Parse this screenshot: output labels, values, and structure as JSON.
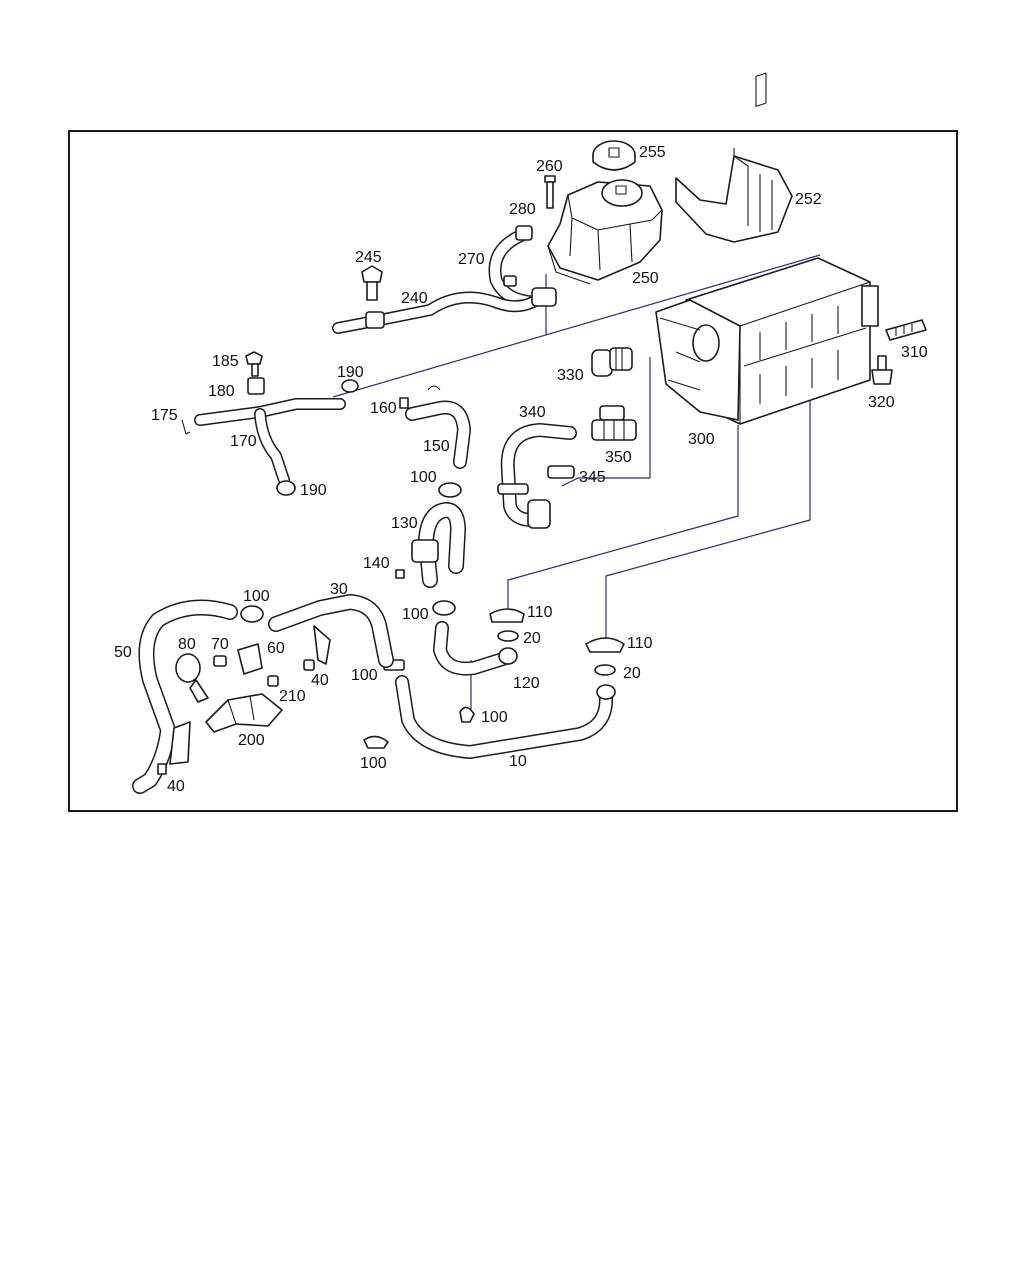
{
  "callouts": [
    {
      "id": "c255",
      "text": "255"
    },
    {
      "id": "c260",
      "text": "260"
    },
    {
      "id": "c252",
      "text": "252"
    },
    {
      "id": "c280",
      "text": "280"
    },
    {
      "id": "c245",
      "text": "245"
    },
    {
      "id": "c270",
      "text": "270"
    },
    {
      "id": "c250",
      "text": "250"
    },
    {
      "id": "c240",
      "text": "240"
    },
    {
      "id": "c185",
      "text": "185"
    },
    {
      "id": "c190a",
      "text": "190"
    },
    {
      "id": "c310",
      "text": "310"
    },
    {
      "id": "c330",
      "text": "330"
    },
    {
      "id": "c180",
      "text": "180"
    },
    {
      "id": "c160",
      "text": "160"
    },
    {
      "id": "c320",
      "text": "320"
    },
    {
      "id": "c175",
      "text": "175"
    },
    {
      "id": "c340",
      "text": "340"
    },
    {
      "id": "c170",
      "text": "170"
    },
    {
      "id": "c150",
      "text": "150"
    },
    {
      "id": "c300",
      "text": "300"
    },
    {
      "id": "c350",
      "text": "350"
    },
    {
      "id": "c100a",
      "text": "100"
    },
    {
      "id": "c345",
      "text": "345"
    },
    {
      "id": "c190b",
      "text": "190"
    },
    {
      "id": "c130",
      "text": "130"
    },
    {
      "id": "c140",
      "text": "140"
    },
    {
      "id": "c30",
      "text": "30"
    },
    {
      "id": "c100b",
      "text": "100"
    },
    {
      "id": "c100c",
      "text": "100"
    },
    {
      "id": "c110a",
      "text": "110"
    },
    {
      "id": "c20a",
      "text": "20"
    },
    {
      "id": "c110b",
      "text": "110"
    },
    {
      "id": "c80",
      "text": "80"
    },
    {
      "id": "c70",
      "text": "70"
    },
    {
      "id": "c60",
      "text": "60"
    },
    {
      "id": "c50",
      "text": "50"
    },
    {
      "id": "c20b",
      "text": "20"
    },
    {
      "id": "c40a",
      "text": "40"
    },
    {
      "id": "c100d",
      "text": "100"
    },
    {
      "id": "c120",
      "text": "120"
    },
    {
      "id": "c210",
      "text": "210"
    },
    {
      "id": "c100e",
      "text": "100"
    },
    {
      "id": "c200",
      "text": "200"
    },
    {
      "id": "c100f",
      "text": "100"
    },
    {
      "id": "c10",
      "text": "10"
    },
    {
      "id": "c40b",
      "text": "40"
    }
  ]
}
